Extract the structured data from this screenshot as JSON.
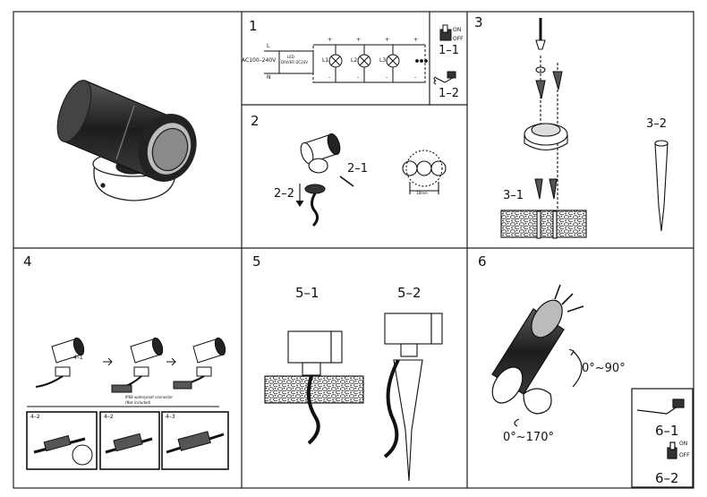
{
  "panels": {
    "p1": {
      "number": "1",
      "sub1": "1–1",
      "sub2": "1–2",
      "ac": "AC100–240V",
      "l": "L",
      "n": "N",
      "driver_line1": "LED",
      "driver_line2": "DRIVER DC24V",
      "lamps": [
        "L1",
        "L2",
        "L3"
      ],
      "plus": "+",
      "minus": "-",
      "on": "ON",
      "off": "OFF"
    },
    "p2": {
      "number": "2",
      "sub1": "2–1",
      "sub2": "2–2",
      "dim": "18mm"
    },
    "p3": {
      "number": "3",
      "sub1": "3–1",
      "sub2": "3–2"
    },
    "p4": {
      "number": "4",
      "sub1": "4–1",
      "tabs": [
        "4–2",
        "4–2",
        "4–3"
      ],
      "note1": "IP68 waterproof connector",
      "note2": "(Not included)"
    },
    "p5": {
      "number": "5",
      "sub1": "5–1",
      "sub2": "5–2"
    },
    "p6": {
      "number": "6",
      "tilt": "0°~90°",
      "rotate": "0°~170°",
      "sub1": "6–1",
      "sub2": "6–2",
      "on": "ON",
      "off": "OFF"
    }
  },
  "colors": {
    "ink": "#111111",
    "lamp_dark": "#2a2a2a",
    "soil": "#8c8c8c"
  }
}
